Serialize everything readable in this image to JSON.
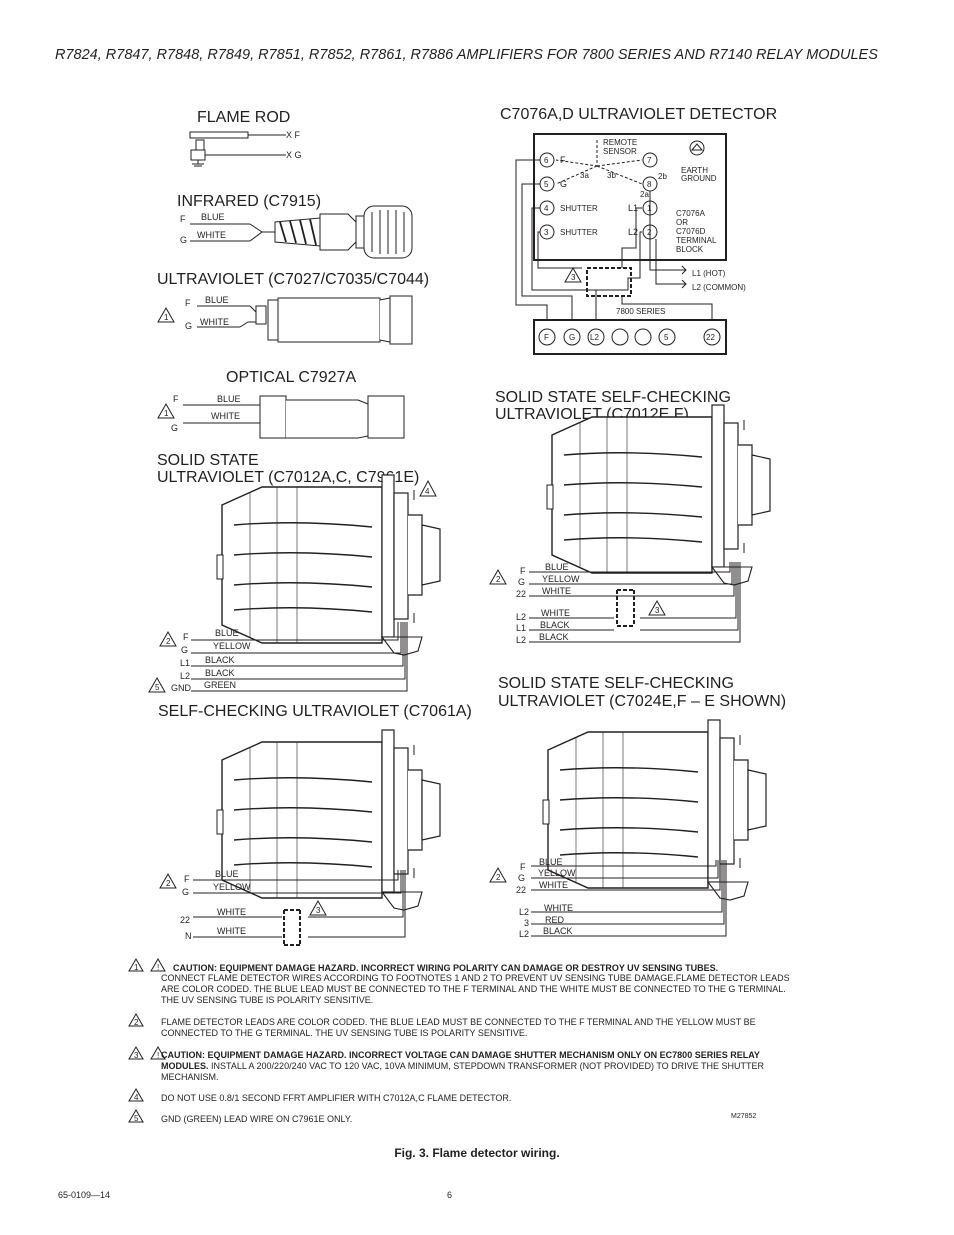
{
  "header": "R7824, R7847, R7848, R7849, R7851, R7852, R7861, R7886 AMPLIFIERS FOR 7800 SERIES AND R7140 RELAY MODULES",
  "sections": {
    "flame_rod": {
      "title": "FLAME ROD",
      "f": "X F",
      "g": "X G"
    },
    "infrared": {
      "title": "INFRARED (C7915)",
      "f": "F",
      "g": "G",
      "blue": "BLUE",
      "white": "WHITE"
    },
    "uv_c7027": {
      "title": "ULTRAVIOLET (C7027/C7035/C7044)",
      "note": "1",
      "f": "F",
      "g": "G",
      "blue": "BLUE",
      "white": "WHITE"
    },
    "optical": {
      "title": "OPTICAL C7927A",
      "note": "1",
      "f": "F",
      "g": "G",
      "blue": "BLUE",
      "white": "WHITE"
    },
    "ss_uv": {
      "title1": "SOLID STATE",
      "title2": "ULTRAVIOLET (C7012A,C, C7961E)",
      "note4": "4",
      "note2": "2",
      "note5": "5",
      "terms": [
        "F",
        "G",
        "L1",
        "L2",
        "GND"
      ],
      "wires": [
        "BLUE",
        "YELLOW",
        "BLACK",
        "BLACK",
        "GREEN"
      ]
    },
    "sc_uv": {
      "title": "SELF-CHECKING ULTRAVIOLET (C7061A)",
      "note2": "2",
      "note3": "3",
      "terms": [
        "F",
        "G",
        "22",
        "N"
      ],
      "wires": [
        "BLUE",
        "YELLOW",
        "WHITE",
        "WHITE"
      ]
    },
    "c7076": {
      "title": "C7076A,D ULTRAVIOLET DETECTOR",
      "remote": "REMOTE",
      "sensor": "SENSOR",
      "t6": "6",
      "t6lbl": "F",
      "t5": "5",
      "t5lbl": "G",
      "t4": "4",
      "t4lbl": "SHUTTER",
      "t3": "3",
      "t3lbl": "SHUTTER",
      "t7": "7",
      "t8": "8",
      "t1": "1",
      "t1lbl": "L1",
      "t2": "2",
      "t2lbl": "L2",
      "a3a": "3a",
      "a3b": "3b",
      "a2a": "2a",
      "a2b": "2b",
      "earth1": "EARTH",
      "earth2": "GROUND",
      "blk1": "C7076A",
      "blk2": "OR",
      "blk3": "C7076D",
      "blk4": "TERMINAL",
      "blk5": "BLOCK",
      "l1hot": "L1 (HOT)",
      "l2common": "L2 (COMMON)",
      "series": "7800 SERIES",
      "note3": "3",
      "strip": [
        "F",
        "G",
        "L2",
        "5",
        "22"
      ]
    },
    "ss_sc_e": {
      "title1": "SOLID STATE SELF-CHECKING",
      "title2": "ULTRAVIOLET (C7012E,F)",
      "note2": "2",
      "note3": "3",
      "terms": [
        "F",
        "G",
        "22",
        "L2",
        "L1",
        "L2"
      ],
      "wires": [
        "BLUE",
        "YELLOW",
        "WHITE",
        "WHITE",
        "BLACK",
        "BLACK"
      ]
    },
    "ss_sc_7024": {
      "title1": "SOLID STATE SELF-CHECKING",
      "title2": "ULTRAVIOLET (C7024E,F – E SHOWN)",
      "note2": "2",
      "terms": [
        "F",
        "G",
        "22",
        "L2",
        "3",
        "L2"
      ],
      "wires": [
        "BLUE",
        "YELLOW",
        "WHITE",
        "WHITE",
        "RED",
        "BLACK"
      ]
    }
  },
  "notes": [
    {
      "num": "1",
      "caution": "CAUTION: EQUIPMENT DAMAGE HAZARD. INCORRECT WIRING POLARITY CAN DAMAGE OR DESTROY UV SENSING TUBES.",
      "text": "CONNECT FLAME DETECTOR WIRES ACCORDING TO FOOTNOTES 1 AND 2 TO PREVENT UV SENSING TUBE DAMAGE.FLAME DETECTOR LEADS ARE COLOR CODED.  THE BLUE LEAD MUST BE CONNECTED TO THE F TERMINAL AND THE WHITE MUST BE CONNECTED TO THE G TERMINAL.  THE UV SENSING TUBE IS POLARITY SENSITIVE."
    },
    {
      "num": "2",
      "caution": "",
      "text": "FLAME DETECTOR LEADS ARE COLOR CODED.  THE BLUE LEAD MUST BE CONNECTED TO THE F TERMINAL AND THE YELLOW MUST BE CONNECTED TO THE G TERMINAL.  THE UV SENSING TUBE IS POLARITY SENSITIVE."
    },
    {
      "num": "3",
      "caution": "CAUTION: EQUIPMENT DAMAGE HAZARD. INCORRECT VOLTAGE CAN DAMAGE SHUTTER MECHANISM ONLY ON EC7800 SERIES RELAY MODULES.",
      "text": " INSTALL A 200/220/240 VAC TO 120 VAC, 10VA MINIMUM, STEPDOWN TRANSFORMER (NOT PROVIDED) TO DRIVE THE SHUTTER MECHANISM."
    },
    {
      "num": "4",
      "caution": "",
      "text": "DO NOT USE 0.8/1 SECOND FFRT AMPLIFIER WITH C7012A,C FLAME DETECTOR."
    },
    {
      "num": "5",
      "caution": "",
      "text": "GND (GREEN) LEAD WIRE ON C7961E ONLY."
    }
  ],
  "warning_symbol": "!",
  "drawing_code": "M27852",
  "caption": "Fig. 3. Flame detector wiring.",
  "doc_number": "65-0109—14",
  "page_number": "6"
}
